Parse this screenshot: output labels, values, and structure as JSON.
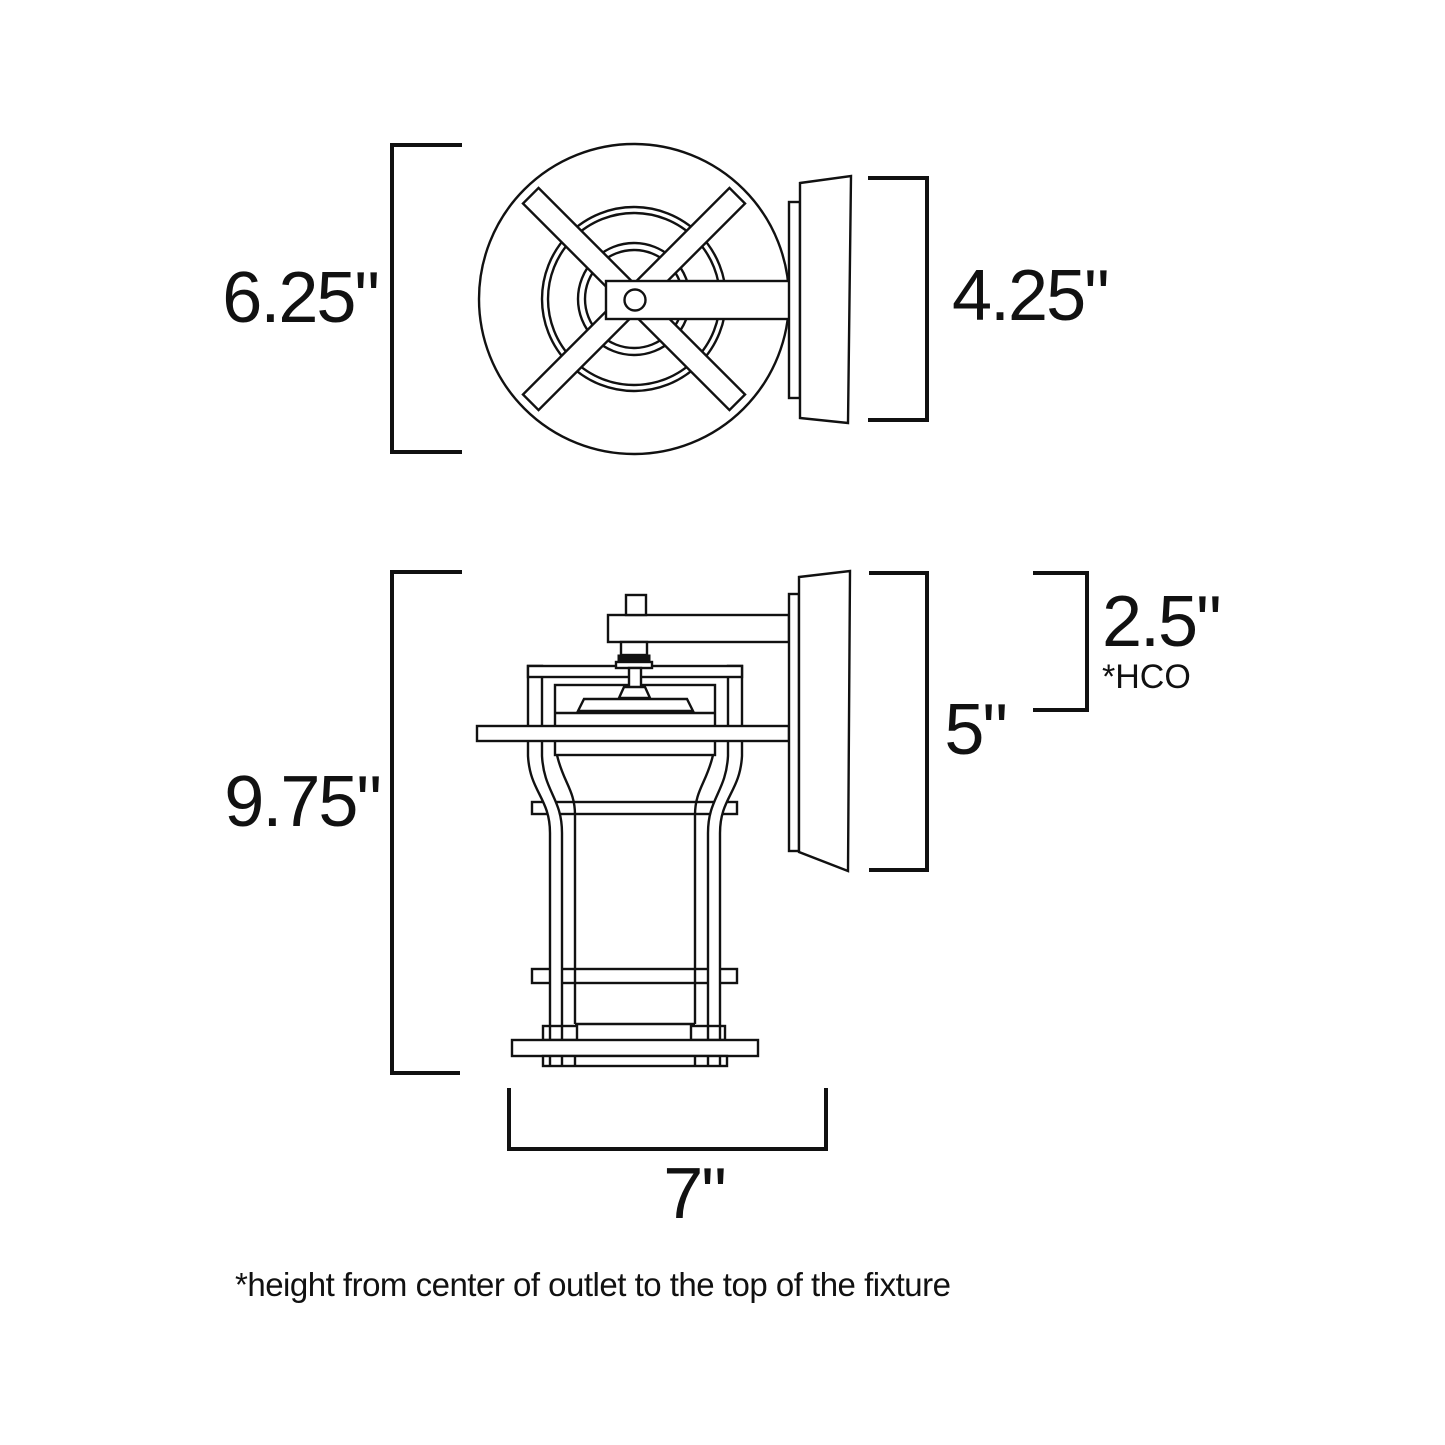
{
  "page": {
    "background": "#ffffff",
    "line_color": "#111111"
  },
  "top_view": {
    "width_dim": "6.25\"",
    "depth_dim": "4.25\""
  },
  "side_view": {
    "height_dim": "9.75\"",
    "backplate_dim": "5\"",
    "outlet_dim": "2.5\"",
    "outlet_note": "*HCO",
    "width_dim": "7\""
  },
  "footnote": "*height from center of outlet to the top of the fixture"
}
